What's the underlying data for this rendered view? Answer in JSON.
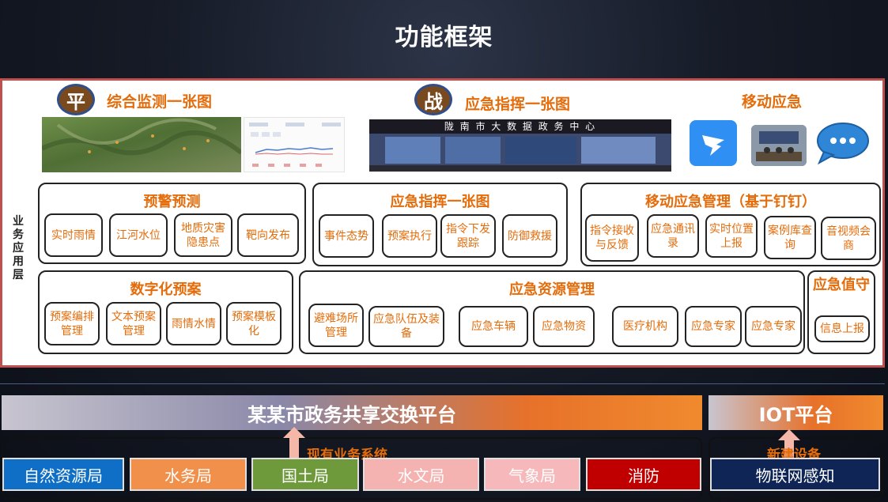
{
  "title": "功能框架",
  "layer_label": "业务应用层",
  "top_row": {
    "monitor": {
      "badge": "平",
      "label": "综合监测一张图"
    },
    "command": {
      "badge": "战",
      "label": "应急指挥一张图",
      "screen_text": "陇  南  市   大   数   据   政   务   中   心"
    },
    "mobile": {
      "label": "移动应急"
    }
  },
  "groups": {
    "warning": {
      "title": "预警预测",
      "items": [
        "实时雨情",
        "江河水位",
        "地质灾害隐患点",
        "靶向发布"
      ]
    },
    "command": {
      "title": "应急指挥一张图",
      "items": [
        "事件态势",
        "预案执行",
        "指令下发跟踪",
        "防御救援"
      ]
    },
    "mobile_mgmt": {
      "title": "移动应急管理（基于钉钉）",
      "items": [
        "指令接收与反馈",
        "应急通讯录",
        "实时位置上报",
        "案例库查询",
        "音视频会商"
      ]
    },
    "digital_plan": {
      "title": "数字化预案",
      "items": [
        "预案编排管理",
        "文本预案管理",
        "雨情水情",
        "预案模板化"
      ]
    },
    "resources": {
      "title": "应急资源管理",
      "items": [
        "避难场所管理",
        "应急队伍及装备",
        "应急车辆",
        "应急物资",
        "医疗机构",
        "应急专家",
        "应急专家"
      ]
    },
    "duty": {
      "title": "应急值守",
      "items": [
        "信息上报"
      ]
    }
  },
  "platform_bar": "某某市政务共享交换平台",
  "iot_bar": "IOT平台",
  "existing_label": "现有业务系统",
  "new_device_label": "新建设备",
  "systems": [
    "自然资源局",
    "水务局",
    "国土局",
    "水文局",
    "气象局",
    "消防"
  ],
  "iot_system": "物联网感知",
  "colors": {
    "accent": "#e46c0a",
    "panel_border": "#c0504d",
    "sys_blue": "#0f6fc6",
    "sys_orange": "#f0904a",
    "sys_green": "#6f9a3c",
    "sys_pink": "#f4b2b0",
    "sys_pink2": "#f6b8bb",
    "sys_red": "#c00000",
    "sys_navy": "#0e2556"
  }
}
